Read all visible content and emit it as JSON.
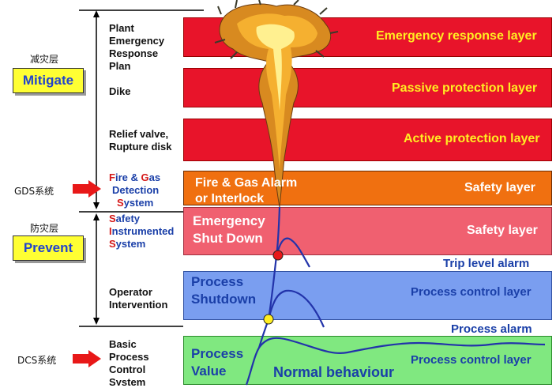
{
  "left_column": {
    "cn_mitigate": "减灾层",
    "mitigate_tag": "Mitigate",
    "cn_gds": "GDS系统",
    "cn_prevent": "防灾层",
    "prevent_tag": "Prevent",
    "cn_dcs": "DCS系统"
  },
  "measures": {
    "plant_emergency": [
      "Plant",
      "Emergency",
      "Response",
      "Plan"
    ],
    "dike": "Dike",
    "relief": [
      "Relief valve,",
      "Rupture disk"
    ],
    "fire_gas": {
      "f": "F",
      "ire": "ire & ",
      "g": "G",
      "as": "as",
      "detection": "Detection",
      "s": "S",
      "ystem": "ystem"
    },
    "sis": {
      "s1": "S",
      "afety": "afety",
      "i": "I",
      "nstrumented": "nstrumented",
      "s2": "S",
      "ystem": "ystem"
    },
    "operator": [
      "Operator",
      "Intervention"
    ],
    "bpcs": [
      "Basic",
      "Process",
      "Control",
      "System"
    ]
  },
  "layers": {
    "emergency_response": "Emergency response layer",
    "passive": "Passive protection layer",
    "active": "Active protection layer",
    "fire_gas_alarm": [
      "Fire & Gas Alarm",
      "or Interlock"
    ],
    "safety_layer_1": "Safety layer",
    "esd": [
      "Emergency",
      "Shut Down"
    ],
    "safety_layer_2": "Safety layer",
    "trip_alarm": "Trip level alarm",
    "process_shutdown": [
      "Process",
      "Shutdown"
    ],
    "process_control_1": "Process control layer",
    "process_alarm": "Process alarm",
    "process_value": [
      "Process",
      "Value"
    ],
    "normal": "Normal behaviour",
    "process_control_2": "Process control layer"
  },
  "colors": {
    "red_layer": "#e8142a",
    "orange_layer": "#f07010",
    "pink_layer": "#f06070",
    "blue_layer": "#7a9ef0",
    "green_layer": "#80e880",
    "text_blue": "#1a3fa8",
    "arrow_red": "#e81818",
    "tag_yellow": "#ffff33"
  }
}
